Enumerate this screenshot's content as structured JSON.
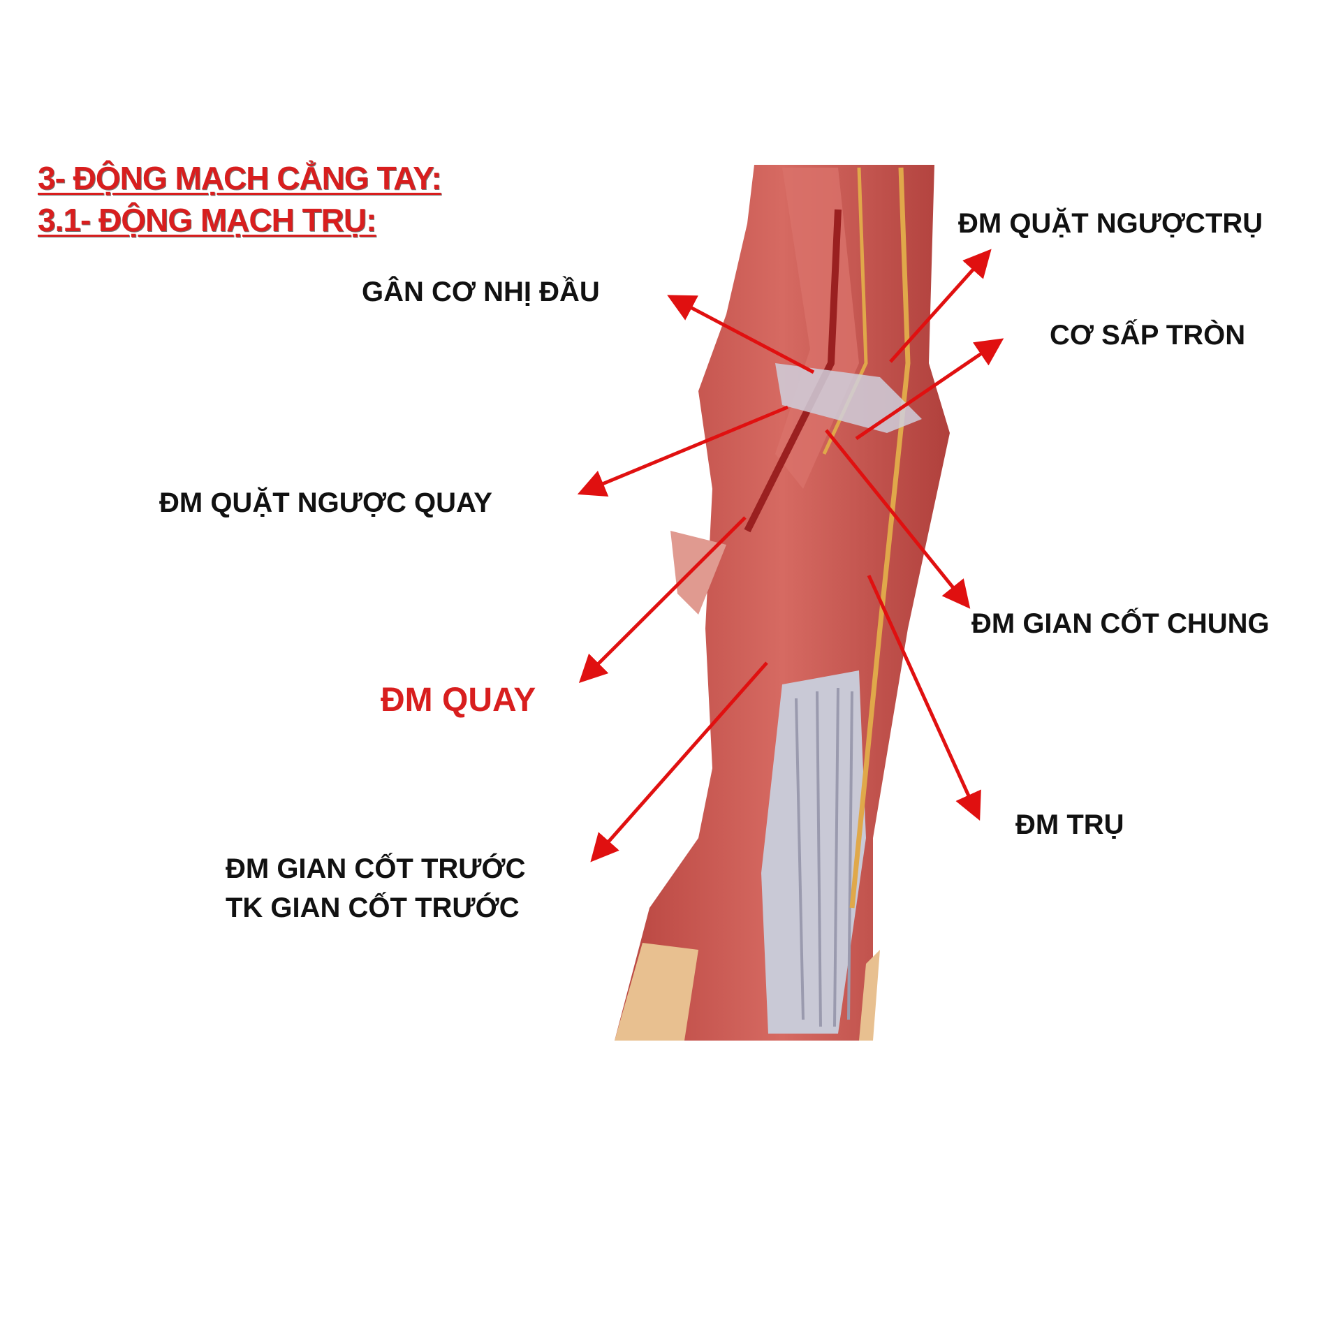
{
  "headings": [
    "3- ĐỘNG MẠCH CẲNG TAY:",
    "3.1- ĐỘNG MẠCH TRỤ:"
  ],
  "labels": {
    "biceps_tendon": "GÂN CƠ NHỊ ĐẦU",
    "ulnar_recurrent": "ĐM QUẶT NGƯỢCTRỤ",
    "pronator_teres": "CƠ SẤP TRÒN",
    "radial_recurrent": "ĐM QUẶT NGƯỢC QUAY",
    "common_interosseous": "ĐM GIAN CỐT CHUNG",
    "radial_artery": "ĐM QUAY",
    "ulnar_artery": "ĐM TRỤ",
    "anterior_interosseous_artery": "ĐM GIAN CỐT TRƯỚC",
    "anterior_interosseous_nerve": "TK GIAN CỐT TRƯỚC"
  },
  "colors": {
    "accent": "#d81e1e",
    "arrow": "#e01010",
    "muscle": "#c9524d",
    "tendon": "#c8c8d4"
  }
}
